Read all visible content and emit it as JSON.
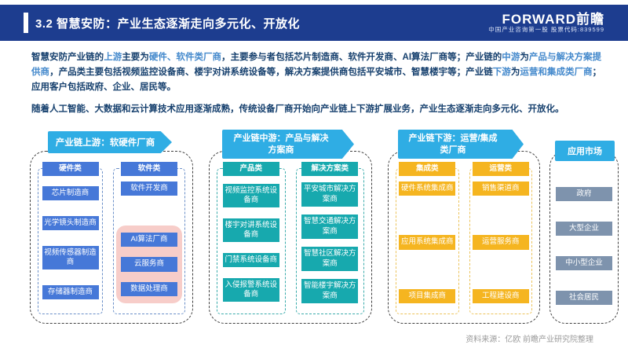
{
  "palette": {
    "header_bg": "#1d3d8f",
    "banner_blue": "#2fade4",
    "upstream_box_blue": "#4678d8",
    "midstream_box_teal": "#17a9ae",
    "downstream_box_yellow": "#f5b520",
    "market_box_slate": "#7e93ad",
    "highlight_pink": "#f7cdc9",
    "body_text": "#16406e",
    "body_highlight": "#4489cc"
  },
  "header": {
    "title": "3.2 智慧安防：产业生态逐渐走向多元化、开放化",
    "logo": "FORWARD前瞻",
    "logo_sub": "中国产业咨询第一股 股票代码:839599"
  },
  "intro": {
    "p1_segments": [
      {
        "t": "智慧安防产业链的"
      },
      {
        "t": "上游",
        "hl": true
      },
      {
        "t": "主要为"
      },
      {
        "t": "硬件、软件类厂商",
        "hl": true
      },
      {
        "t": "，主要参与者包括芯片制造商、软件开发商、AI算法厂商等；产业链的"
      },
      {
        "t": "中游",
        "hl": true
      },
      {
        "t": "为"
      },
      {
        "t": "产品与解决方案提供商",
        "hl": true
      },
      {
        "t": "，产品类主要包括视频监控设备商、楼宇对讲系统设备等，解决方案提供商包括平安城市、智慧楼宇等；产业链"
      },
      {
        "t": "下游",
        "hl": true
      },
      {
        "t": "为"
      },
      {
        "t": "运营和集成类厂商",
        "hl": true
      },
      {
        "t": "；应用客户包括政府、企业、居民等。"
      }
    ],
    "p2": "随着人工智能、大数据和云计算技术应用逐渐成熟，传统设备厂商开始向产业链上下游扩展业务，产业生态逐渐走向多元化、开放化。"
  },
  "diagram": {
    "columns": [
      {
        "header": "产业链上游：软硬件厂商",
        "subs": [
          {
            "title": "硬件类",
            "items": [
              "芯片制造商",
              "光学镜头制造商",
              "视频传感器制造商",
              "存储器制造商"
            ]
          },
          {
            "title": "软件类",
            "items": [
              "软件开发商"
            ],
            "highlighted": [
              "AI算法厂商",
              "云服务商",
              "数据处理商"
            ]
          }
        ]
      },
      {
        "header": "产业链中游：产品与解决方案商",
        "subs": [
          {
            "title": "产品类",
            "items": [
              "视频监控系统设备商",
              "楼宇对讲系统设备商",
              "门禁系统设备商",
              "入侵报警系统设备商"
            ]
          },
          {
            "title": "解决方案类",
            "items": [
              "平安城市解决方案商",
              "智慧交通解决方案商",
              "智慧社区解决方案商",
              "智能楼宇解决方案商"
            ]
          }
        ]
      },
      {
        "header": "产业链下游：运营/集成类厂商",
        "subs": [
          {
            "title": "集成类",
            "items": [
              "硬件系统集成商",
              "应用系统集成商",
              "项目集成商"
            ]
          },
          {
            "title": "运营类",
            "items": [
              "销售渠道商",
              "运营服务商",
              "工程建设商"
            ]
          }
        ]
      },
      {
        "header": "应用市场",
        "items": [
          "政府",
          "大型企业",
          "中小型企业",
          "社会居民"
        ]
      }
    ]
  },
  "footer": {
    "source": "资料来源：亿欧 前瞻产业研究院整理"
  }
}
